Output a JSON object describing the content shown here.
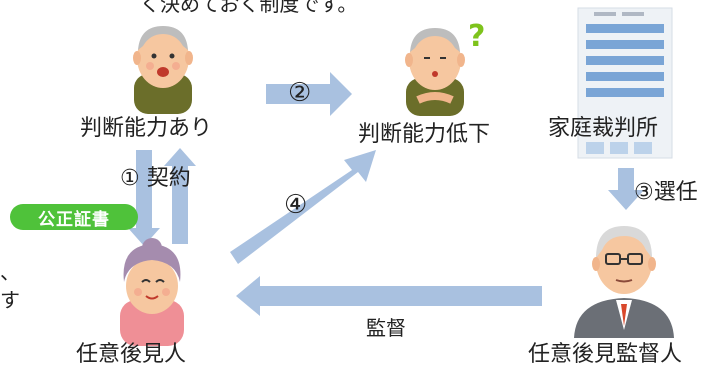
{
  "header_fragment": "く決めておく制度です。",
  "side_fragment_1": "、",
  "side_fragment_2": "す",
  "nodes": {
    "principal_capable": "判断能力あり",
    "principal_declined": "判断能力低下",
    "court": "家庭裁判所",
    "guardian": "任意後見人",
    "supervisor": "任意後見監督人"
  },
  "steps": {
    "step1": "① 契約",
    "step2": "②",
    "step3": "③選任",
    "step4": "④",
    "supervise": "監督"
  },
  "badge": "公正証書",
  "colors": {
    "arrow": "#a9c1e0",
    "badge": "#4fc23a",
    "question": "#7ec31c"
  }
}
